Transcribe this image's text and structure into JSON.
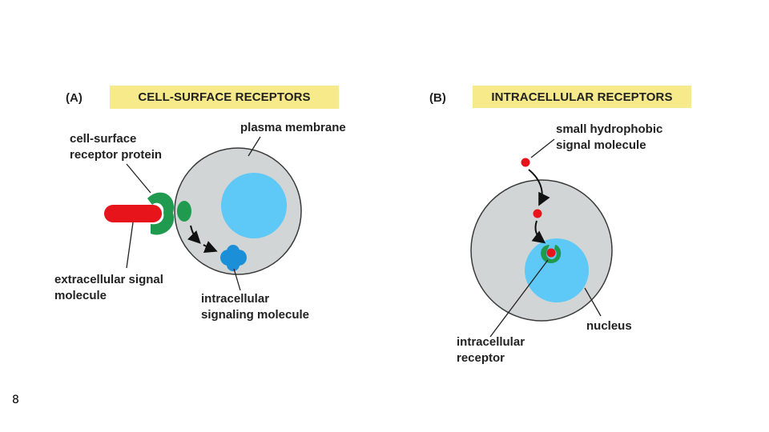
{
  "panel_a": {
    "letter": "(A)",
    "title": "CELL-SURFACE RECEPTORS",
    "labels": {
      "receptor_line1": "cell-surface",
      "receptor_line2": "receptor protein",
      "membrane": "plasma membrane",
      "signal_line1": "extracellular signal",
      "signal_line2": "molecule",
      "intracellular_line1": "intracellular",
      "intracellular_line2": "signaling molecule"
    }
  },
  "panel_b": {
    "letter": "(B)",
    "title": "INTRACELLULAR RECEPTORS",
    "labels": {
      "hydrophobic_line1": "small hydrophobic",
      "hydrophobic_line2": "signal molecule",
      "nucleus": "nucleus",
      "receptor_line1": "intracellular",
      "receptor_line2": "receptor"
    }
  },
  "page_number": "8",
  "colors": {
    "banner": "#f7ea8a",
    "cell": "#d2d5d5",
    "nucleus": "#5ec8f6",
    "receptor": "#1f9a4f",
    "signal": "#e8141c",
    "intracellular_molecule": "#1b8fd8"
  }
}
